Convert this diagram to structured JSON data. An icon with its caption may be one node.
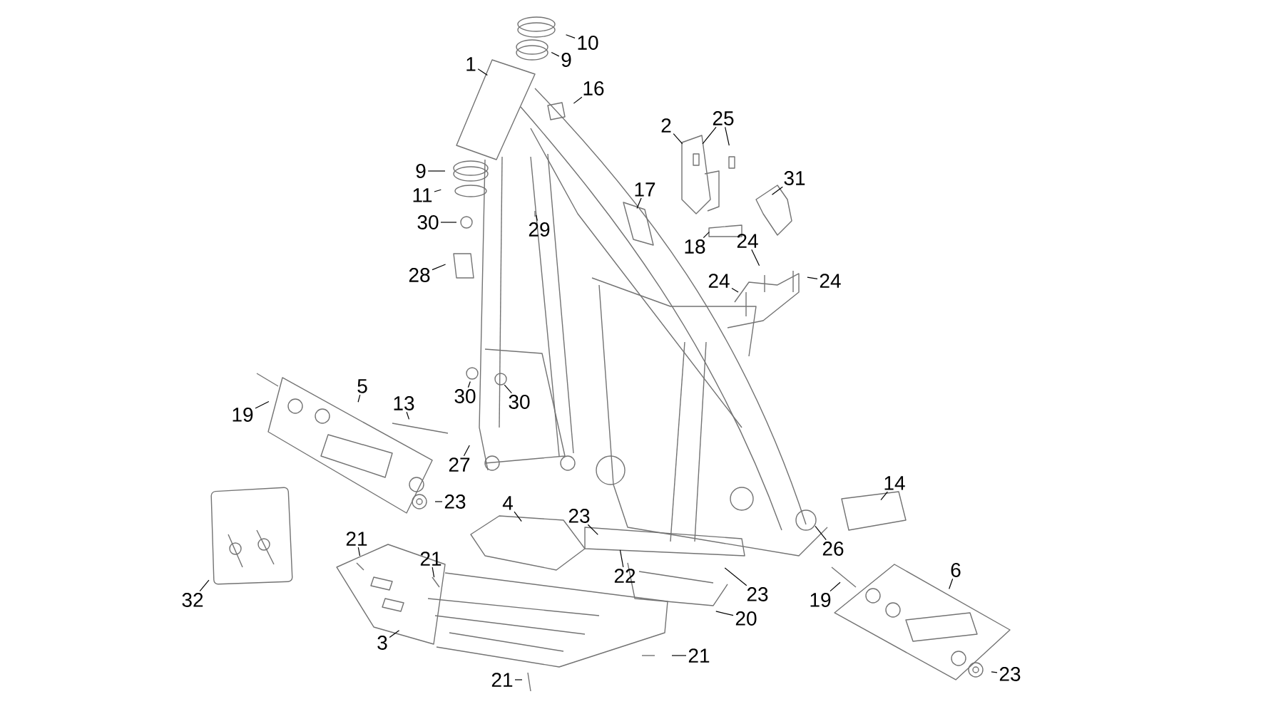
{
  "diagram": {
    "nodes": [
      {
        "text": [
          "10"
        ]
      },
      {
        "text": [
          "9"
        ]
      },
      {
        "text": [
          "1"
        ]
      },
      {
        "text": [
          "16"
        ]
      },
      {
        "text": [
          "2"
        ]
      },
      {
        "text": [
          "25"
        ]
      },
      {
        "text": [
          "17"
        ]
      },
      {
        "text": [
          "31"
        ]
      },
      {
        "text": [
          "9"
        ]
      },
      {
        "text": [
          "11"
        ]
      },
      {
        "text": [
          "30"
        ]
      },
      {
        "text": [
          "29"
        ]
      },
      {
        "text": [
          "18"
        ]
      },
      {
        "text": [
          "24"
        ]
      },
      {
        "text": [
          "24"
        ]
      },
      {
        "text": [
          "24"
        ]
      },
      {
        "text": [
          "28"
        ]
      },
      {
        "text": [
          "5"
        ]
      },
      {
        "text": [
          "13"
        ]
      },
      {
        "text": [
          "19"
        ]
      },
      {
        "text": [
          "30"
        ]
      },
      {
        "text": [
          "30"
        ]
      },
      {
        "text": [
          "27"
        ]
      },
      {
        "text": [
          "23"
        ]
      },
      {
        "text": [
          "4"
        ]
      },
      {
        "text": [
          "23"
        ]
      },
      {
        "text": [
          "14"
        ]
      },
      {
        "text": [
          "26"
        ]
      },
      {
        "text": [
          "21"
        ]
      },
      {
        "text": [
          "21"
        ]
      },
      {
        "text": [
          "22"
        ]
      },
      {
        "text": [
          "6"
        ]
      },
      {
        "text": [
          "23"
        ]
      },
      {
        "text": [
          "19"
        ]
      },
      {
        "text": [
          "20"
        ]
      },
      {
        "text": [
          "32"
        ]
      },
      {
        "text": [
          "3"
        ]
      },
      {
        "text": [
          "21"
        ]
      },
      {
        "text": [
          "23"
        ]
      },
      {
        "text": [
          "21"
        ]
      }
    ],
    "edges": [
      {
        "from": 0,
        "to": null,
        "arrow": "none"
      },
      {
        "from": 1,
        "to": null,
        "arrow": "none"
      },
      {
        "from": 2,
        "to": null,
        "arrow": "none"
      },
      {
        "from": 3,
        "to": null,
        "arrow": "none"
      },
      {
        "from": 4,
        "to": null,
        "arrow": "none"
      },
      {
        "from": 5,
        "to": null,
        "arrow": "none"
      },
      {
        "from": 5,
        "to": null,
        "arrow": "none"
      },
      {
        "from": 6,
        "to": null,
        "arrow": "none"
      },
      {
        "from": 7,
        "to": null,
        "arrow": "none"
      },
      {
        "from": 8,
        "to": null,
        "arrow": "none"
      },
      {
        "from": 9,
        "to": null,
        "arrow": "none"
      },
      {
        "from": 10,
        "to": null,
        "arrow": "none"
      },
      {
        "from": 11,
        "to": null,
        "arrow": "none"
      },
      {
        "from": 12,
        "to": null,
        "arrow": "none"
      },
      {
        "from": 13,
        "to": null,
        "arrow": "none"
      },
      {
        "from": 14,
        "to": null,
        "arrow": "none"
      },
      {
        "from": 15,
        "to": null,
        "arrow": "none"
      },
      {
        "from": 16,
        "to": null,
        "arrow": "none"
      },
      {
        "from": 17,
        "to": null,
        "arrow": "none"
      },
      {
        "from": 18,
        "to": null,
        "arrow": "none"
      },
      {
        "from": 19,
        "to": null,
        "arrow": "none"
      },
      {
        "from": 20,
        "to": null,
        "arrow": "none"
      },
      {
        "from": 21,
        "to": null,
        "arrow": "none"
      },
      {
        "from": 22,
        "to": null,
        "arrow": "none"
      },
      {
        "from": 23,
        "to": null,
        "arrow": "none"
      },
      {
        "from": 24,
        "to": null,
        "arrow": "none"
      },
      {
        "from": 25,
        "to": null,
        "arrow": "none"
      },
      {
        "from": 26,
        "to": null,
        "arrow": "none"
      },
      {
        "from": 27,
        "to": null,
        "arrow": "none"
      },
      {
        "from": 28,
        "to": null,
        "arrow": "none"
      },
      {
        "from": 29,
        "to": null,
        "arrow": "none"
      },
      {
        "from": 30,
        "to": null,
        "arrow": "none"
      },
      {
        "from": 31,
        "to": null,
        "arrow": "none"
      },
      {
        "from": 32,
        "to": null,
        "arrow": "none"
      },
      {
        "from": 33,
        "to": null,
        "arrow": "none"
      },
      {
        "from": 34,
        "to": null,
        "arrow": "none"
      },
      {
        "from": 35,
        "to": null,
        "arrow": "none"
      },
      {
        "from": 36,
        "to": null,
        "arrow": "none"
      },
      {
        "from": 37,
        "to": null,
        "arrow": "none"
      },
      {
        "from": 38,
        "to": null,
        "arrow": "none"
      },
      {
        "from": 39,
        "to": null,
        "arrow": "none"
      }
    ]
  }
}
